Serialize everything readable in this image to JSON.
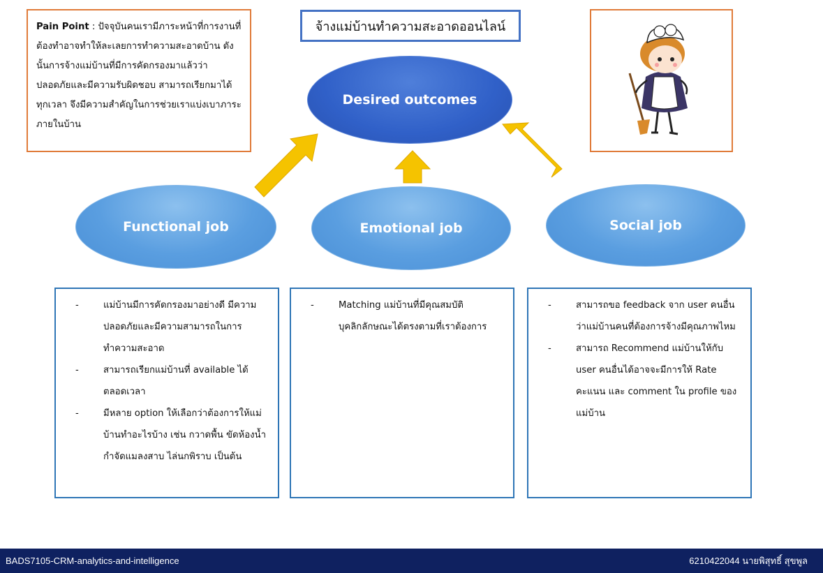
{
  "pain_point": {
    "label": "Pain Point",
    "text": " : ปัจจุบันคนเรามีภาระหน้าที่การงานที่ต้องทำอาจทำให้ละเลยการทำความสะอาดบ้าน ดังนั้นการจ้างแม่บ้านที่มีการคัดกรองมาแล้วว่าปลอดภัยและมีความรับผิดชอบ สามารถเรียกมาได้ทุกเวลา จึงมีความสำคัญในการช่วยเราแบ่งเบาภาระภายในบ้าน"
  },
  "title": "จ้างแม่บ้านทำความสะอาดออนไลน์",
  "desired": "Desired outcomes",
  "jobs": {
    "functional": "Functional job",
    "emotional": "Emotional job",
    "social": "Social job"
  },
  "functional_items": [
    "แม่บ้านมีการคัดกรองมาอย่างดี มีความปลอดภัยและมีความสามารถในการทำความสะอาด",
    "สามารถเรียกแม่บ้านที่ available ได้ตลอดเวลา",
    "มีหลาย option ให้เลือกว่าต้องการให้แม่บ้านทำอะไรบ้าง เช่น กวาดพื้น ขัดห้องน้ำ กำจัดแมลงสาบ ไล่นกพิราบ เป็นต้น"
  ],
  "emotional_items": [
    "Matching แม่บ้านที่มีคุณสมบัติบุคลิกลักษณะได้ตรงตามที่เราต้องการ"
  ],
  "social_items": [
    "สามารถขอ feedback จาก user คนอื่นว่าแม่บ้านคนที่ต้องการจ้างมีคุณภาพไหม",
    "สามารถ Recommend แม่บ้านให้กับ user คนอื่นได้อาจจะมีการให้ Rate คะแนน และ comment ใน profile ของแม่บ้าน"
  ],
  "footer": {
    "left": "BADS7105-CRM-analytics-and-intelligence",
    "right": "6210422044 นายพิสุทธิ์ สุขพูล"
  },
  "colors": {
    "orange_border": "#e07b39",
    "blue_border": "#2e75b6",
    "arrow": "#f5c300",
    "footer_bg": "#0f2160"
  }
}
